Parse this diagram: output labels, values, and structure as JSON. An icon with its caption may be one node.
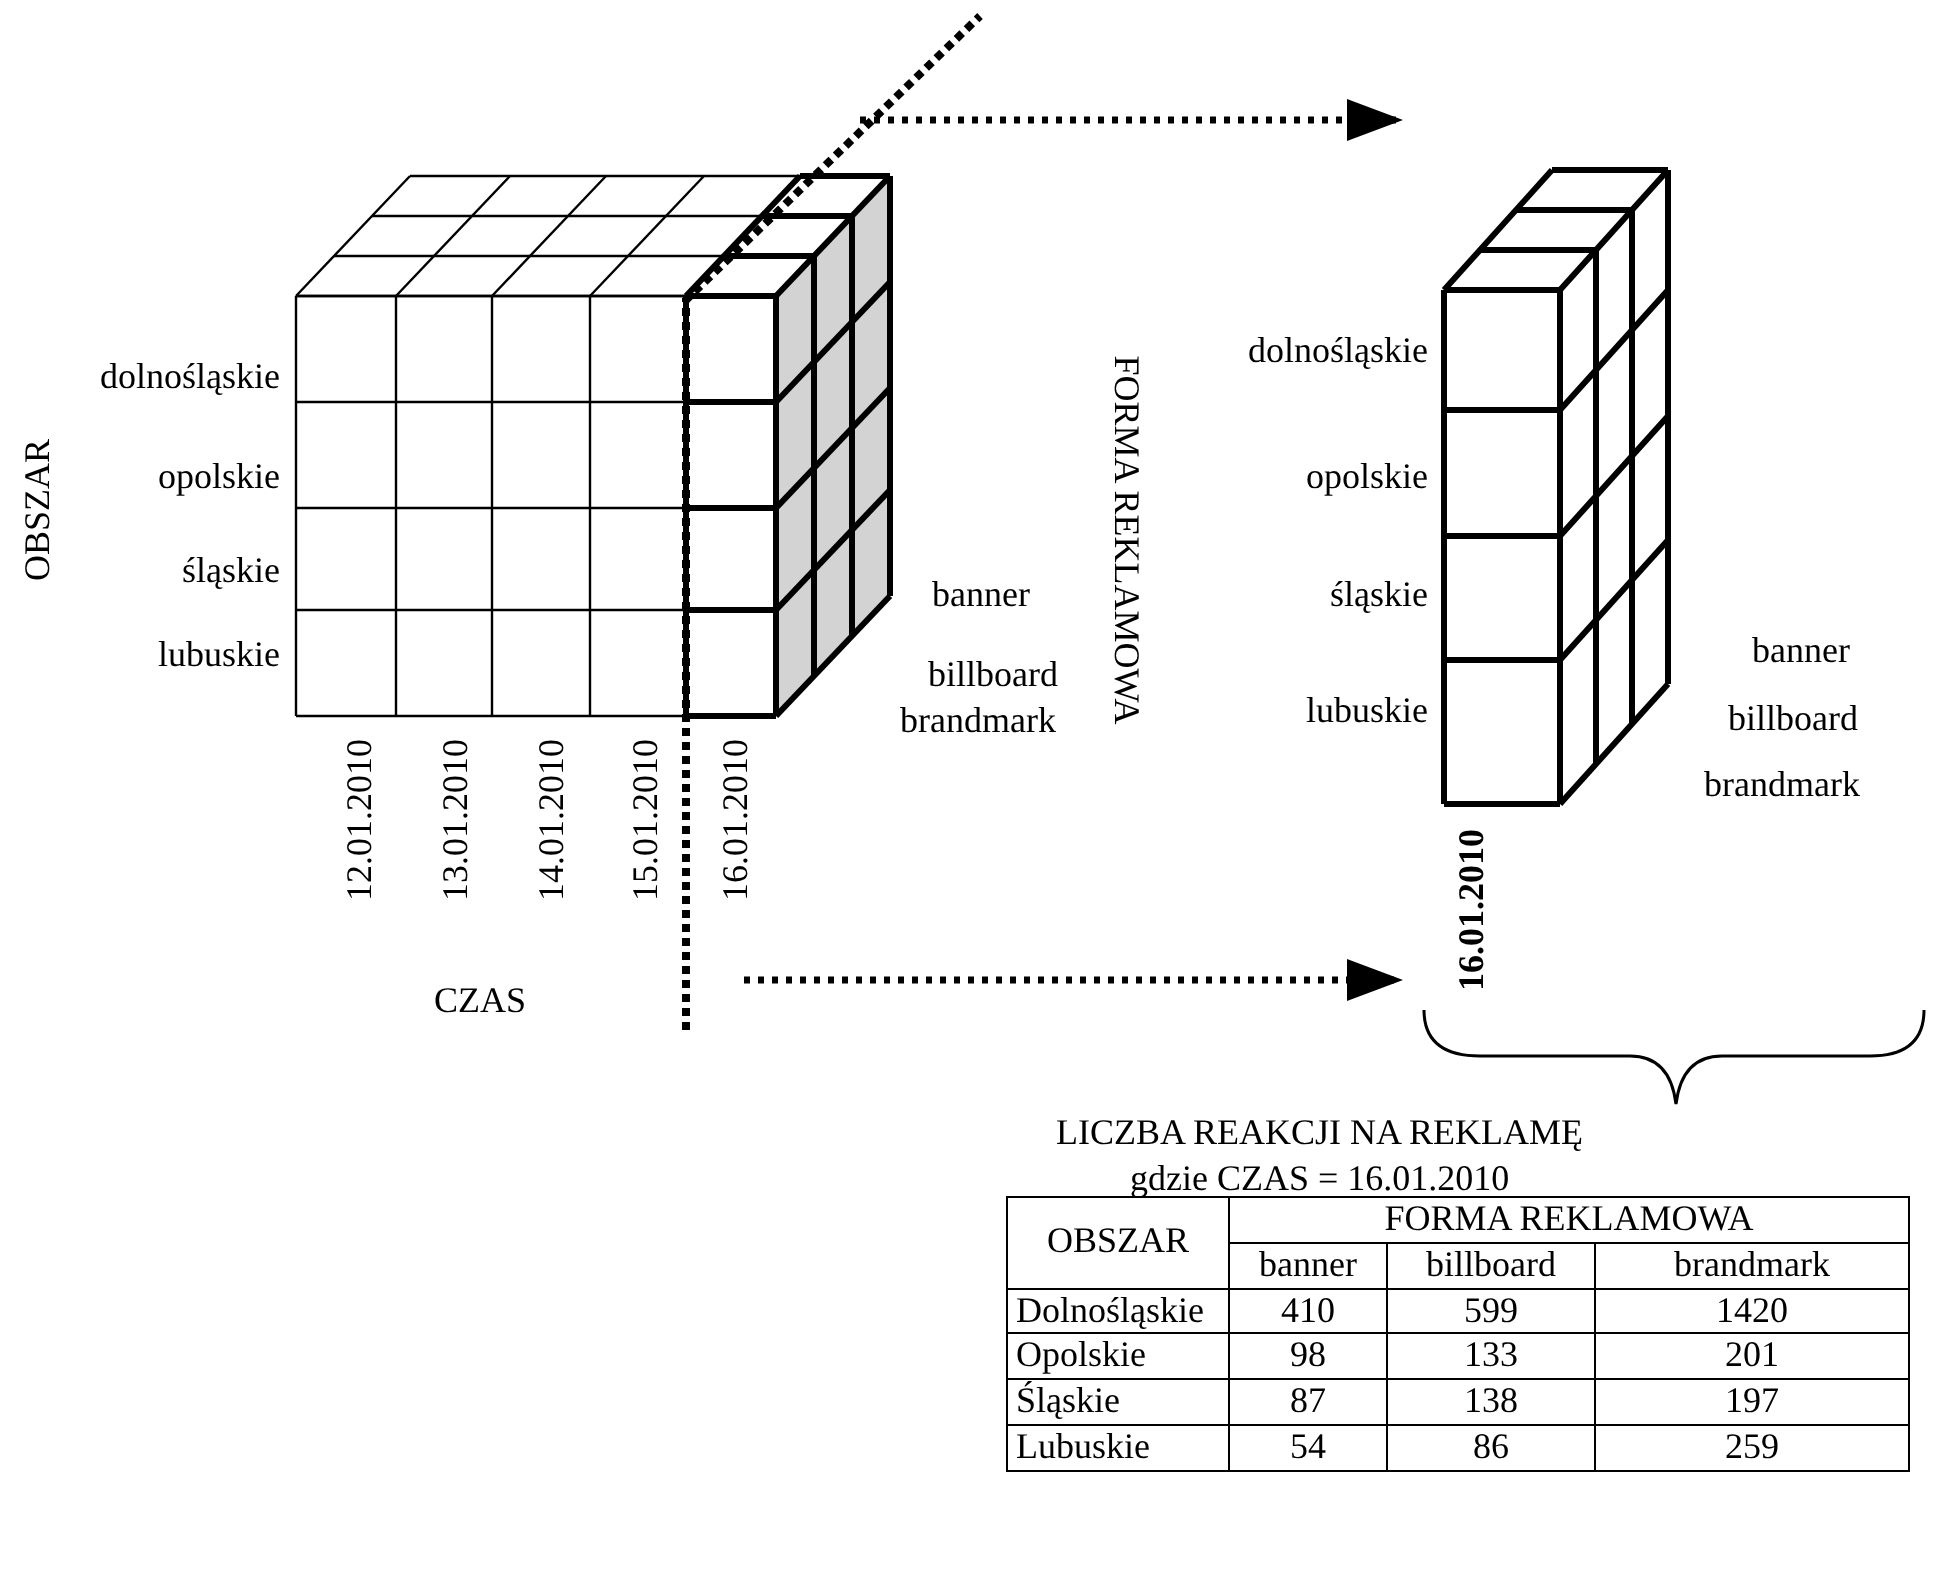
{
  "diagram": {
    "nodes": [
      {
        "text": [],
        "shape": "cube"
      },
      {
        "text": [],
        "shape": "box"
      }
    ],
    "edges": [
      {
        "from": null,
        "to": 1,
        "arrow": "to",
        "style": "dashed"
      },
      {
        "from": null,
        "to": 1,
        "arrow": "to",
        "style": "dashed"
      }
    ],
    "labels": [
      "OBSZAR",
      "dolnośląskie",
      "opolskie",
      "śląskie",
      "lubuskie",
      "banner",
      "billboard",
      "brandmark",
      "12.01.2010",
      "13.01.2010",
      "14.01.2010",
      "15.01.2010",
      "16.01.2010",
      "CZAS",
      "FORMA REKLAMOWA",
      "dolnośląskie",
      "opolskie",
      "śląskie",
      "lubuskie",
      "banner",
      "billboard",
      "brandmark",
      "16.01.2010",
      "LICZBA REAKCJI NA REKLAMĘ",
      "gdzie CZAS = 16.01.2010",
      "OBSZAR",
      "FORMA REKLAMOWA",
      "banner",
      "billboard",
      "brandmark",
      "Dolnośląskie",
      "410",
      "599",
      "1420",
      "Opolskie",
      "98",
      "133",
      "201",
      "Śląskie",
      "87",
      "138",
      "197",
      "Lubuskie",
      "54",
      "86",
      "259"
    ]
  }
}
